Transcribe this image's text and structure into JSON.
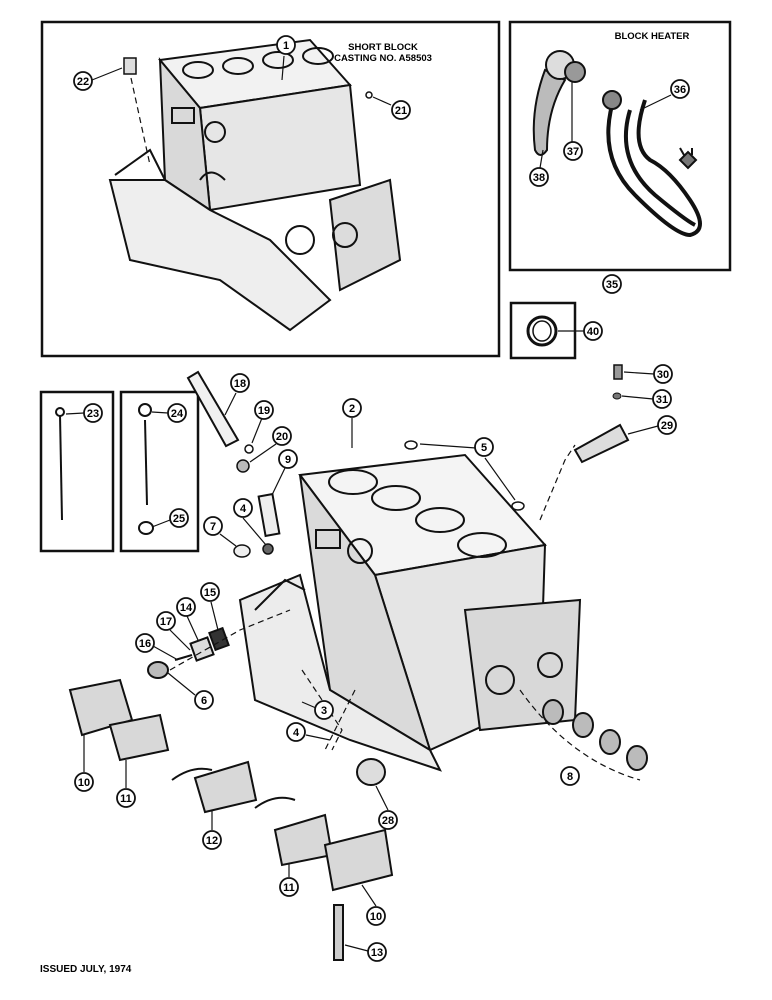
{
  "short_block_title_line1": "SHORT BLOCK",
  "short_block_title_line2": "CASTING NO. A58503",
  "block_heater_title": "BLOCK HEATER",
  "footer": "ISSUED JULY, 1974",
  "callouts": [
    "1",
    "2",
    "3",
    "4",
    "4",
    "5",
    "6",
    "7",
    "8",
    "9",
    "10",
    "10",
    "11",
    "11",
    "12",
    "13",
    "14",
    "15",
    "16",
    "17",
    "18",
    "19",
    "20",
    "21",
    "22",
    "23",
    "24",
    "25",
    "28",
    "29",
    "30",
    "31",
    "35",
    "36",
    "37",
    "38",
    "40"
  ]
}
